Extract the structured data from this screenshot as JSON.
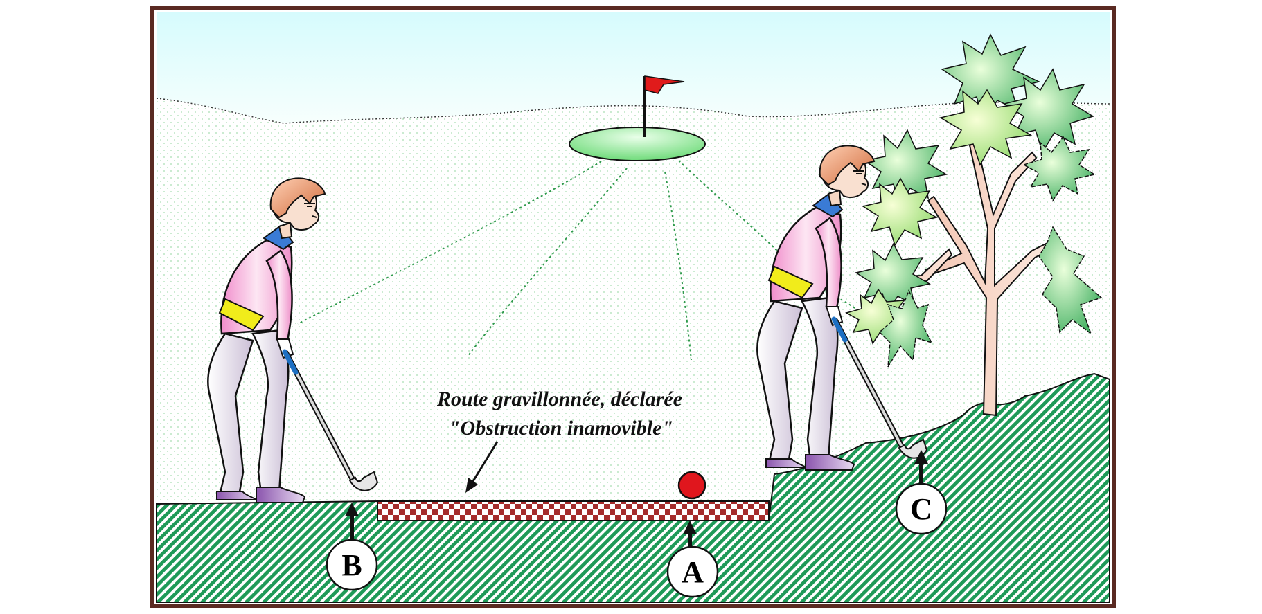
{
  "caption": {
    "line1": "Route gravillonnée, déclarée",
    "line2": "\"Obstruction inamovible\""
  },
  "markers": {
    "a": "A",
    "b": "B",
    "c": "C"
  },
  "colors": {
    "frame": "#5a2a22",
    "sky": "#d8fcfd",
    "grass_stripe": "#1f9a58",
    "road_red": "#a52c2c",
    "ball": "#e0161d",
    "flag": "#e01b1b",
    "green": "#7fe38a",
    "shirt": "#f3a9d3",
    "pants": "#ddd3e3",
    "belt": "#f1ec1b",
    "shoes": "#9b62b6",
    "hair": "#d2773f"
  }
}
